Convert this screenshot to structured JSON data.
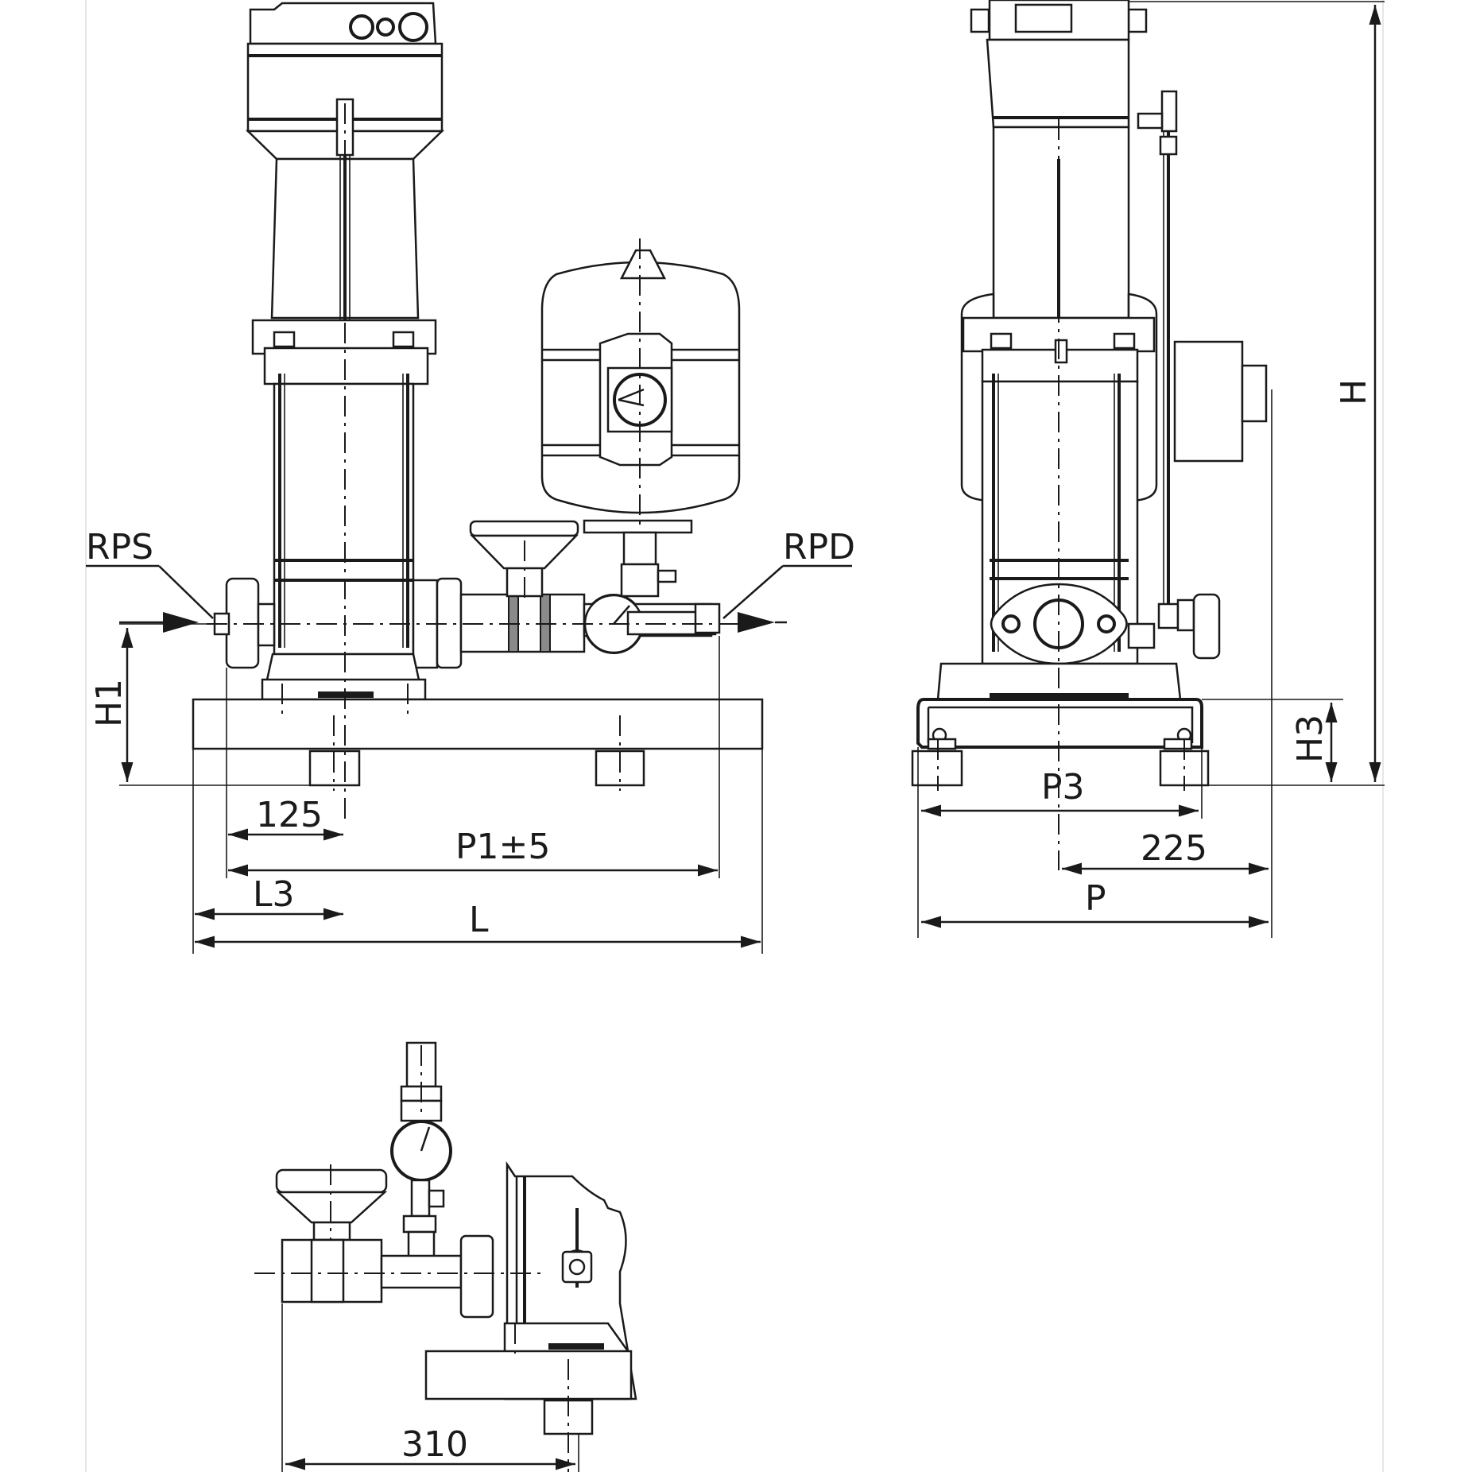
{
  "labels": {
    "rps": "RPS",
    "rpd": "RPD",
    "h": "H",
    "h1": "H1",
    "h3": "H3",
    "dim_125": "125",
    "p1": "P1±5",
    "l3": "L3",
    "l": "L",
    "p3": "P3",
    "dim_225": "225",
    "p": "P",
    "dim_310": "310"
  }
}
